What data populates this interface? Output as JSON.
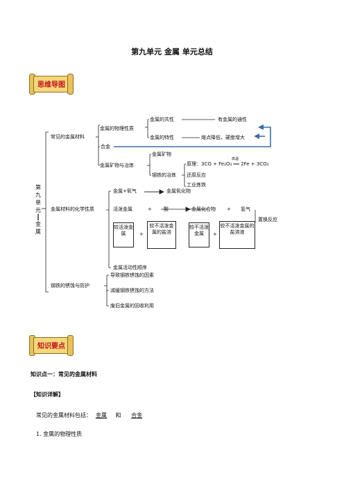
{
  "title": "第九单元 金属 单元总结",
  "banner1": "思维导图",
  "banner2": "知识要点",
  "mindmap": {
    "root": [
      "第",
      "九",
      "单",
      "元",
      "金",
      "属"
    ],
    "common_materials": "常见的金属材料",
    "physical_props": "金属的物理性质",
    "common_prop": "金属的共性",
    "common_prop_desc": "有金属的通性",
    "special_prop": "金属的特性",
    "special_prop_desc": "熔点降低，硬度增大",
    "alloy": "合金",
    "ores": "金属矿物与冶炼",
    "ore_minerals": "金属矿物",
    "iron_smelting": "钢铁的冶炼",
    "principle": "原理：3CO + Fe₂O₃ ══ 2Fe + 3CO₂",
    "principle_cond": "高温",
    "reduction": "还原反应",
    "industrial": "工业炼铁",
    "chem_props": "金属材料的化学性质",
    "metal_oxygen": "金属+氧气",
    "metal_oxide": "金属氧化物",
    "active_metal": "活泼金属",
    "plus1": "+",
    "acid": "酸",
    "metal_compound": "金属化合物",
    "plus2": "+",
    "hydrogen": "氢气",
    "displacement": "置换反应",
    "box1": "较活泼金属",
    "plus3": "+",
    "box2": "较不活泼金属的盐溶",
    "box3": "较不活泼金属",
    "plus4": "+",
    "box4": "较不活泼金属的盐溶液",
    "activity_series": "金属活动性顺序",
    "corrosion": "钢铁的锈蚀与防护",
    "corr_factors": "导致钢铁锈蚀的因素",
    "corr_methods": "减缓钢铁锈蚀的方法",
    "recycling": "废旧金属的回收利用"
  },
  "knowledge_point": "知识点一：常见的金属材料",
  "detail_heading": "【知识详解】",
  "materials_line_prefix": "常见的金属材料包括：",
  "materials_item1": "金属",
  "materials_and": "和",
  "materials_item2": "合金",
  "section1": "1. 金属的物理性质"
}
